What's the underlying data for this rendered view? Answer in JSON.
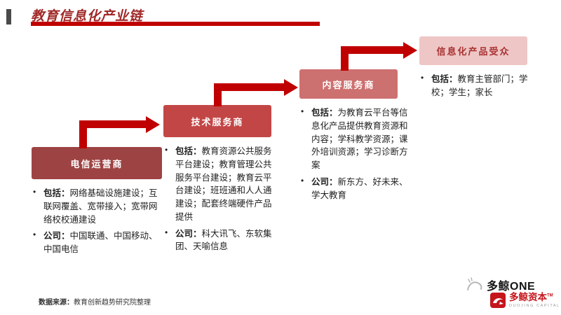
{
  "header": {
    "title": "教育信息化产业链"
  },
  "stages": [
    {
      "name": "电信运营商",
      "bullets": [
        {
          "label": "包括：",
          "text": "网络基础设施建设；互联网覆盖、宽带接入；宽带网络校校通建设"
        },
        {
          "label": "公司：",
          "text": "中国联通、中国移动、中国电信"
        }
      ]
    },
    {
      "name": "技术服务商",
      "bullets": [
        {
          "label": "包括：",
          "text": "教育资源公共服务平台建设；教育管理公共服务平台建设；教育云平台建设；班班通和人人通建设；配套终端硬件产品提供"
        },
        {
          "label": "公司：",
          "text": "科大讯飞、东软集团、天喻信息"
        }
      ]
    },
    {
      "name": "内容服务商",
      "bullets": [
        {
          "label": "包括：",
          "text": "为教育云平台等信息化产品提供教育资源和内容；学科教学资源；课外培训资源；学习诊断方案"
        },
        {
          "label": "公司：",
          "text": "新东方、好未来、学大教育"
        }
      ]
    },
    {
      "name": "信息化产品受众",
      "bullets": [
        {
          "label": "包括：",
          "text": "教育主管部门；学校；学生；家长"
        }
      ]
    }
  ],
  "footer": {
    "source_label": "数据来源：",
    "source_text": "教育创新趋势研究院整理"
  },
  "branding": {
    "one_logo": "多鲸ONE",
    "capital_name": "多鲸资本",
    "capital_tm": "TM",
    "capital_sub": "DUOJING CAPITAL"
  },
  "colors": {
    "accent_red": "#c00000",
    "title_red": "#a02828",
    "stage1_bg": "#9e4343",
    "stage2_bg": "#c34646",
    "stage3_bg": "#cd7070",
    "stage4_bg": "#eec6c6",
    "stage4_text": "#a93232",
    "capital_red": "#c4161c"
  }
}
